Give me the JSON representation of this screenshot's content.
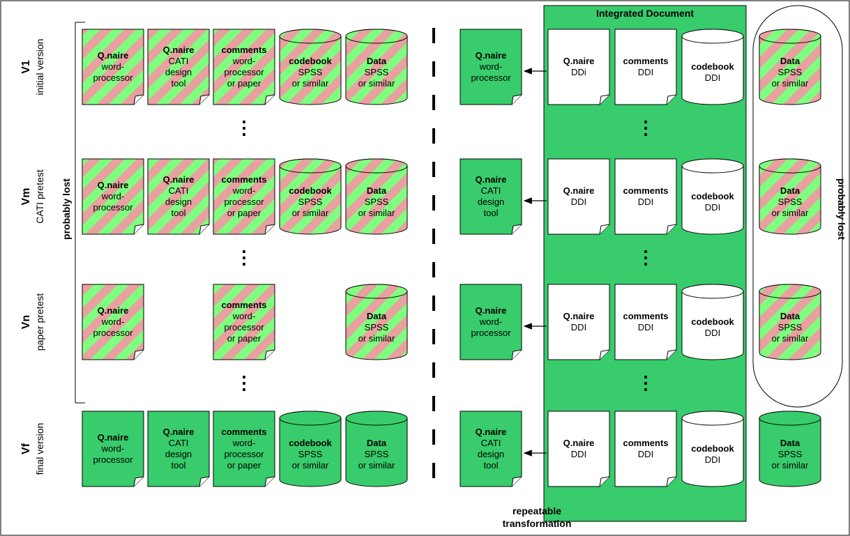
{
  "rows": [
    {
      "id": "v1",
      "code": "V1",
      "stage": "initial version",
      "ellipsis_after": true,
      "lost": {
        "qnaire": {
          "kind": "doc",
          "lines": [
            "Q.naire",
            "word-",
            "processor"
          ]
        },
        "cati": {
          "kind": "doc",
          "lines": [
            "Q.naire",
            "CATI",
            "design",
            "tool"
          ]
        },
        "comments": {
          "kind": "doc",
          "lines": [
            "comments",
            "word-",
            "processor",
            "or paper"
          ]
        },
        "codebook": {
          "kind": "cyl",
          "lines": [
            "codebook",
            "SPSS",
            "or similar"
          ]
        },
        "data": {
          "kind": "cyl",
          "lines": [
            "Data",
            "SPSS",
            "or similar"
          ]
        }
      },
      "generated": {
        "kind": "doc",
        "lines": [
          "Q.naire",
          "word-",
          "processor"
        ]
      },
      "ddi": {
        "qnaire": {
          "kind": "doc",
          "lines": [
            "Q.naire",
            "DDi"
          ]
        },
        "comments": {
          "kind": "doc",
          "lines": [
            "comments",
            "DDI"
          ]
        },
        "codebook": {
          "kind": "cyl",
          "lines": [
            "codebook",
            "DDI"
          ]
        }
      },
      "data_right": {
        "kind": "cyl",
        "lines": [
          "Data",
          "SPSS",
          "or similar"
        ]
      }
    },
    {
      "id": "vm",
      "code": "Vm",
      "stage": "CATI pretest",
      "ellipsis_after": true,
      "lost": {
        "qnaire": {
          "kind": "doc",
          "lines": [
            "Q.naire",
            "word-",
            "processor"
          ]
        },
        "cati": {
          "kind": "doc",
          "lines": [
            "Q.naire",
            "CATI",
            "design",
            "tool"
          ]
        },
        "comments": {
          "kind": "doc",
          "lines": [
            "comments",
            "word-",
            "processor",
            "or paper"
          ]
        },
        "codebook": {
          "kind": "cyl",
          "lines": [
            "codebook",
            "SPSS",
            "or similar"
          ]
        },
        "data": {
          "kind": "cyl",
          "lines": [
            "Data",
            "SPSS",
            "or similar"
          ]
        }
      },
      "generated": {
        "kind": "doc",
        "lines": [
          "Q.naire",
          "CATI",
          "design",
          "tool"
        ]
      },
      "ddi": {
        "qnaire": {
          "kind": "doc",
          "lines": [
            "Q.naire",
            "DDI"
          ]
        },
        "comments": {
          "kind": "doc",
          "lines": [
            "comments",
            "DDI"
          ]
        },
        "codebook": {
          "kind": "cyl",
          "lines": [
            "codebook",
            "DDI"
          ]
        }
      },
      "data_right": {
        "kind": "cyl",
        "lines": [
          "Data",
          "SPSS",
          "or similar"
        ]
      }
    },
    {
      "id": "vn",
      "code": "Vn",
      "stage": "paper pretest",
      "ellipsis_after": true,
      "lost": {
        "qnaire": {
          "kind": "doc",
          "lines": [
            "Q.naire",
            "word-",
            "processor"
          ]
        },
        "comments": {
          "kind": "doc",
          "lines": [
            "comments",
            "word-",
            "processor",
            "or paper"
          ]
        },
        "data": {
          "kind": "cyl",
          "lines": [
            "Data",
            "SPSS",
            "or similar"
          ]
        }
      },
      "generated": {
        "kind": "doc",
        "lines": [
          "Q.naire",
          "word-",
          "processor"
        ]
      },
      "ddi": {
        "qnaire": {
          "kind": "doc",
          "lines": [
            "Q.naire",
            "DDI"
          ]
        },
        "comments": {
          "kind": "doc",
          "lines": [
            "comments",
            "DDI"
          ]
        },
        "codebook": {
          "kind": "cyl",
          "lines": [
            "codebook",
            "DDI"
          ]
        }
      },
      "data_right": {
        "kind": "cyl",
        "lines": [
          "Data",
          "SPSS",
          "or similar"
        ]
      }
    },
    {
      "id": "vf",
      "code": "Vf",
      "stage": "final version",
      "ellipsis_after": false,
      "lost": {
        "qnaire": {
          "kind": "doc",
          "lines": [
            "Q.naire",
            "word-",
            "processor"
          ]
        },
        "cati": {
          "kind": "doc",
          "lines": [
            "Q.naire",
            "CATI",
            "design",
            "tool"
          ]
        },
        "comments": {
          "kind": "doc",
          "lines": [
            "comments",
            "word-",
            "processor",
            "or paper"
          ]
        },
        "codebook": {
          "kind": "cyl",
          "lines": [
            "codebook",
            "SPSS",
            "or similar"
          ]
        },
        "data": {
          "kind": "cyl",
          "lines": [
            "Data",
            "SPSS",
            "or similar"
          ]
        }
      },
      "generated": {
        "kind": "doc",
        "lines": [
          "Q.naire",
          "CATI",
          "design",
          "tool"
        ]
      },
      "ddi": {
        "qnaire": {
          "kind": "doc",
          "lines": [
            "Q.naire",
            "DDI"
          ]
        },
        "comments": {
          "kind": "doc",
          "lines": [
            "comments",
            "DDI"
          ]
        },
        "codebook": {
          "kind": "cyl",
          "lines": [
            "codebook",
            "DDI"
          ]
        }
      },
      "data_right": {
        "kind": "cyl",
        "lines": [
          "Data",
          "SPSS",
          "or similar"
        ]
      }
    }
  ],
  "labels": {
    "probably_lost_left": "probably lost",
    "probably_lost_right": "probably lost",
    "integrated_document": "Integrated Document",
    "transformation": [
      "repeatable",
      "transformation"
    ],
    "ellipsis": "⋮"
  },
  "colors": {
    "green": "#7fff7f",
    "pink": "#e8a0a0",
    "dark_green": "#38cc6c",
    "panel_green": "#38cc6c",
    "white": "#ffffff",
    "outline": "#000000",
    "text": "#000000"
  }
}
